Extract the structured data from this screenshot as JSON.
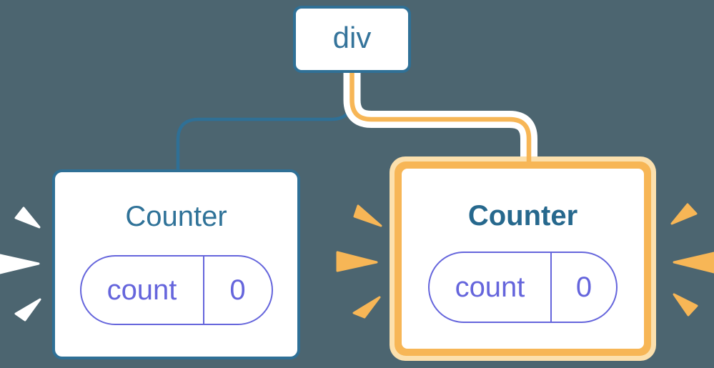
{
  "diagram": {
    "type": "react-component-tree",
    "root": {
      "label": "div"
    },
    "children": [
      {
        "title": "Counter",
        "state": {
          "key": "count",
          "value": "0"
        },
        "highlighted": false,
        "sparkle_color": "#FFFFFF"
      },
      {
        "title": "Counter",
        "state": {
          "key": "count",
          "value": "0"
        },
        "highlighted": true,
        "sparkle_color": "#F7B656"
      }
    ]
  },
  "colors": {
    "background": "#4C6570",
    "node_border_blue": "#2F7096",
    "root_text_blue": "#35749B",
    "title_blue": "#2F7298",
    "title_blue_bold": "#26688D",
    "state_purple": "#6565DC",
    "highlight_orange": "#F7B656",
    "highlight_cream": "#FCE0AD",
    "edge_casing_white": "#FFFFFF"
  }
}
